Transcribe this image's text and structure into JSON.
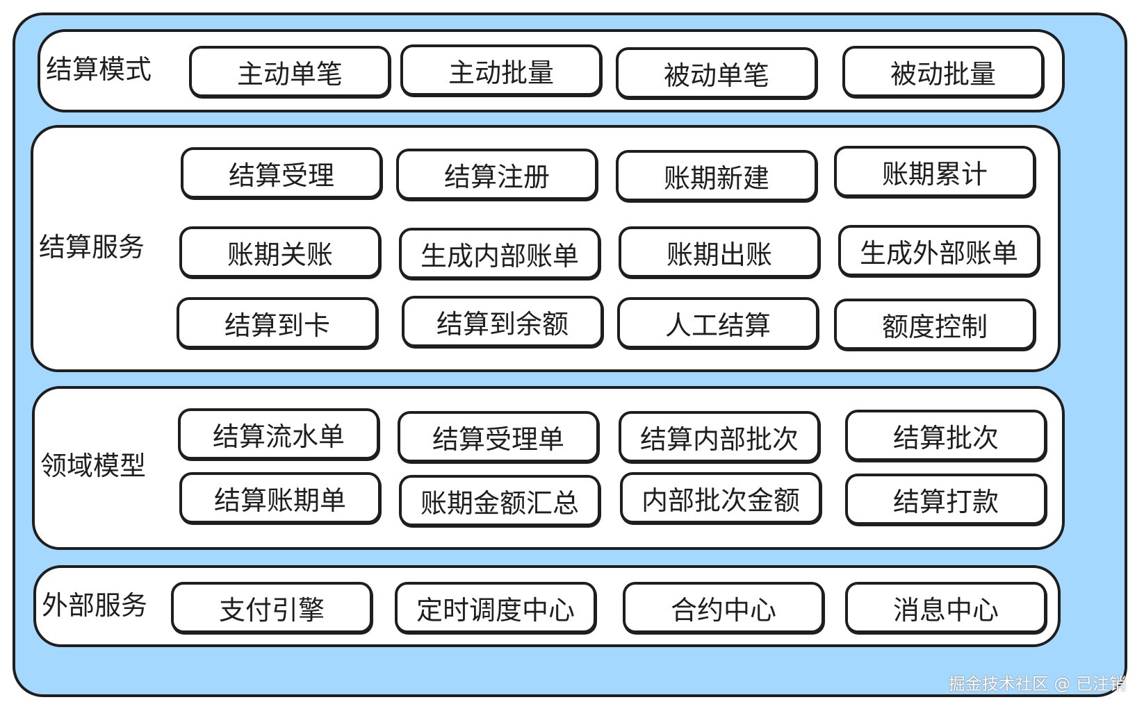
{
  "colors": {
    "outer_fill": "#a5d8ff",
    "stroke": "#1e1e1e",
    "box_fill": "#ffffff"
  },
  "layers": [
    {
      "id": "settlement-mode",
      "title": "结算模式",
      "items": [
        "主动单笔",
        "主动批量",
        "被动单笔",
        "被动批量"
      ]
    },
    {
      "id": "settlement-service",
      "title": "结算服务",
      "items": [
        "结算受理",
        "结算注册",
        "账期新建",
        "账期累计",
        "账期关账",
        "生成内部账单",
        "账期出账",
        "生成外部账单",
        "结算到卡",
        "结算到余额",
        "人工结算",
        "额度控制"
      ]
    },
    {
      "id": "domain-model",
      "title": "领域模型",
      "items": [
        "结算流水单",
        "结算受理单",
        "结算内部批次",
        "结算批次",
        "结算账期单",
        "账期金额汇总",
        "内部批次金额",
        "结算打款"
      ]
    },
    {
      "id": "external-service",
      "title": "外部服务",
      "items": [
        "支付引擎",
        "定时调度中心",
        "合约中心",
        "消息中心"
      ]
    }
  ],
  "watermark": "掘金技术社区 @ 已注销"
}
